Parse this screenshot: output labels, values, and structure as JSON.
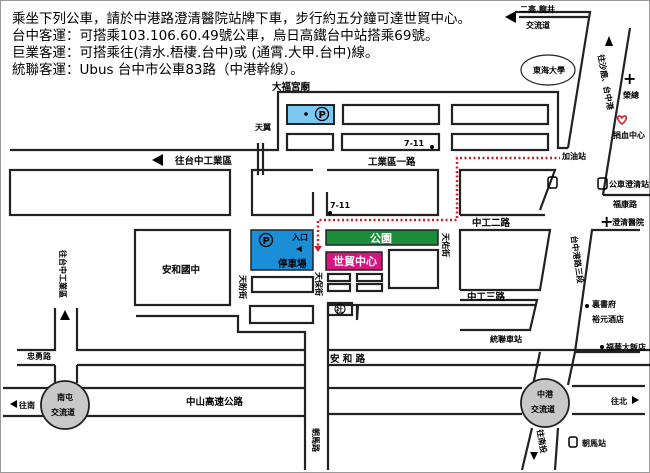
{
  "intro": [
    "乘坐下列公車，請於中港路澄清醫院站牌下車，步行約五分鐘可達世貿中心。",
    "台中客運：可搭乘103.106.60.49號公車，烏日高鐵台中站搭乘69號。",
    "巨業客運：可搭乘往(清水.梧棲.台中)或 (通霄.大甲.台中)線。",
    "統聯客運：Ubus 台中市公車83路（中港幹線）。"
  ],
  "colors": {
    "parking": "#1a8fd8",
    "parking_light": "#7cc8f0",
    "park": "#1a8c3a",
    "wtc": "#d6167e",
    "route": "#d21f26"
  },
  "labels": {
    "dafu_temple": "大福宮廟",
    "tianyi": "天翼",
    "to_industrial_zone": "往台中工業區",
    "industrial_rd1": "工業區一路",
    "seven_eleven_1": "7-11",
    "seven_eleven_2": "7-11",
    "gas_station": "加油站",
    "tunghai": "東海大學",
    "erjia_longjing": "二高.龍井",
    "interchange": "交流道",
    "to_shalu": "往沙鹿、台中港",
    "rongzong": "榮總",
    "blood_center": "捐血中心",
    "bus_station": "公車澄清站",
    "fukang_rd": "福康路",
    "chengching_hospital": "澄清醫院",
    "zhonggong_2nd": "中工二路",
    "zhonggong_3rd": "中工三路",
    "taichung_port_rd": "台中港路三段",
    "hotel_1": "裏書府",
    "hotel_1b": "裕元酒店",
    "hotel_2": "福華大飯店",
    "ubus_station": "統聯車站",
    "tianyou_st": "天佑街",
    "park": "公園",
    "wtc": "世貿中心",
    "entrance": "入口",
    "parking_lot": "停車場",
    "anhe_junior_high": "安和國中",
    "tianmu_st": "天盼街",
    "tianbao_st": "天保街",
    "temple_mark": "社",
    "to_industrial_zone_v": "往台中工業區",
    "zhongyong_rd": "忠勇路",
    "nantun_ic_1": "南屯",
    "nantun_ic_2": "交流道",
    "to_south": "往南",
    "freeway": "中山高速公路",
    "anhe_rd": "安 和 路",
    "chaoma_rd": "朝馬路",
    "zhonggang_ic_1": "中港",
    "zhonggang_ic_2": "交流道",
    "to_north": "往北",
    "to_nantou": "往南投",
    "chaoma_station": "朝馬站"
  }
}
